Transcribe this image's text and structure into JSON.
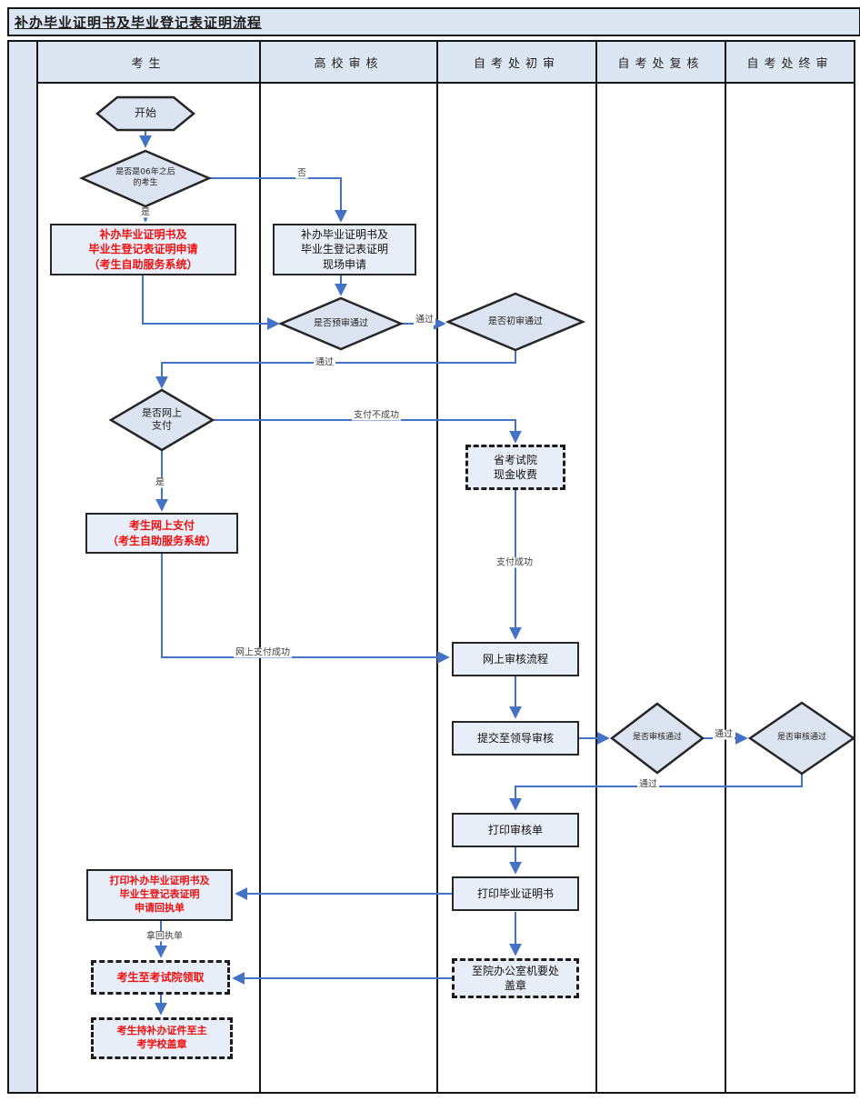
{
  "title": "补办毕业证明书及毕业登记表证明流程",
  "lanes": [
    "考生",
    "高校审核",
    "自考处初审",
    "自考处复核",
    "自考处终审"
  ],
  "nodes": {
    "start": {
      "label": "开始"
    },
    "d_after2006": {
      "label": "是否是06年之后\n的考生"
    },
    "apply_online": {
      "label": "补办毕业证明书及\n毕业生登记表证明申请\n（考生自助服务系统）"
    },
    "apply_onsite": {
      "label": "补办毕业证明书及\n毕业生登记表证明\n现场申请"
    },
    "d_precheck": {
      "label": "是否预审通过"
    },
    "d_initial": {
      "label": "是否初审通过"
    },
    "d_online_pay": {
      "label": "是否网上\n支付"
    },
    "cash_pay": {
      "label": "省考试院\n现金收费"
    },
    "pay_online": {
      "label": "考生网上支付\n（考生自助服务系统）"
    },
    "online_review": {
      "label": "网上审核流程"
    },
    "submit_leader": {
      "label": "提交至领导审核"
    },
    "d_review1": {
      "label": "是否审核通过"
    },
    "d_review2": {
      "label": "是否审核通过"
    },
    "print_review": {
      "label": "打印审核单"
    },
    "print_cert": {
      "label": "打印毕业证明书"
    },
    "print_receipt": {
      "label": "打印补办毕业证明书及\n毕业生登记表证明\n申请回执单"
    },
    "collect": {
      "label": "考生至考试院领取"
    },
    "stamp_school": {
      "label": "考生持补办证件至主\n考学校盖章"
    },
    "office_stamp": {
      "label": "至院办公室机要处\n盖章"
    }
  },
  "edges": {
    "no1": "否",
    "yes1": "是",
    "pass1": "通过",
    "pass2": "通过",
    "pay_fail": "支付不成功",
    "yes2": "是",
    "pay_ok": "支付成功",
    "online_pay_ok": "网上支付成功",
    "pass3": "通过",
    "pass4": "通过",
    "receipt": "拿回执单"
  },
  "colors": {
    "arrow": "#4472c4",
    "shape_fill": "#dce4f1",
    "header_fill": "#dce6f2",
    "red_text": "#f00f0f",
    "border": "#262626"
  }
}
